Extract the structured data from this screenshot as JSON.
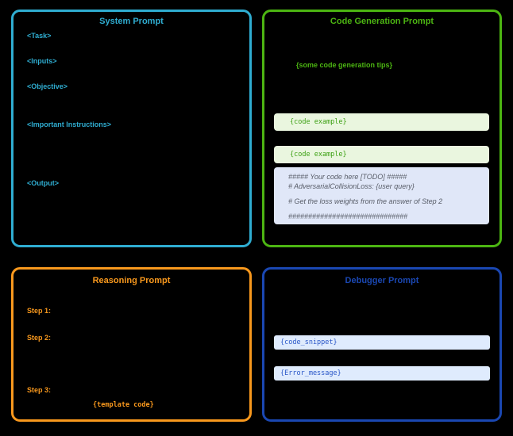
{
  "colors": {
    "background": "#000000",
    "system_accent": "#2fadd1",
    "codegen_accent": "#4cb512",
    "reasoning_accent": "#f8981d",
    "debugger_accent": "#1a47b2",
    "code_box_bg": "#eaf6df",
    "code_box_text": "#3da114",
    "comment_box_bg": "#e0e7f8",
    "comment_text": "#585d68",
    "debug_box_bg": "#dfebfd",
    "debug_box_text": "#2a57c8"
  },
  "panels": {
    "system": {
      "title": "System Prompt",
      "tags": [
        "<Task>",
        "<Inputs>",
        "<Objective>",
        "<Important Instructions>",
        "<Output>"
      ]
    },
    "codegen": {
      "title": "Code Generation Prompt",
      "tip": "{some code generation tips}",
      "code_boxes": [
        "{code example}",
        "{code example}"
      ],
      "comment_lines": [
        "##### Your code here [TODO] #####",
        "# AdversarialCollisionLoss: {user query}",
        "# Get the loss weights from the answer of Step 2",
        "##############################"
      ]
    },
    "reasoning": {
      "title": "Reasoning Prompt",
      "steps": [
        "Step 1:",
        "Step 2:",
        "Step 3:"
      ],
      "template": "{template code}"
    },
    "debugger": {
      "title": "Debugger Prompt",
      "boxes": [
        "{code_snippet}",
        "{Error_message}"
      ]
    }
  }
}
